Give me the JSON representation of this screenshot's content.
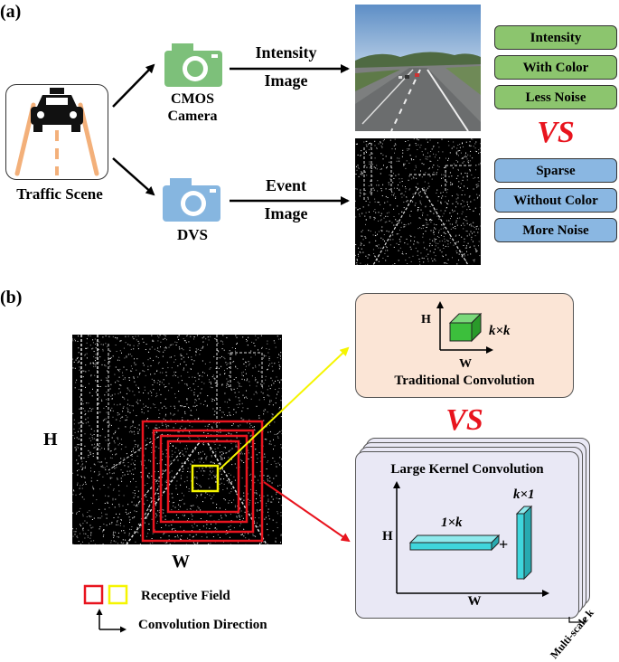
{
  "panel_a": {
    "label": "(a)",
    "scene_label": "Traffic Scene",
    "cmos_label_1": "CMOS",
    "cmos_label_2": "Camera",
    "dvs_label": "DVS",
    "intensity_arrow_1": "Intensity",
    "intensity_arrow_2": "Image",
    "event_arrow_1": "Event",
    "event_arrow_2": "Image",
    "intensity_props": [
      "Intensity",
      "With Color",
      "Less Noise"
    ],
    "event_props": [
      "Sparse",
      "Without Color",
      "More Noise"
    ],
    "vs": "VS"
  },
  "panel_b": {
    "label": "(b)",
    "axis_h": "H",
    "axis_w": "W",
    "legend_receptive": "Receptive Field",
    "legend_direction": "Convolution Direction",
    "vs": "VS",
    "traditional": {
      "title": "Traditional Convolution",
      "axis_h": "H",
      "axis_w": "W",
      "kernel": "k×k"
    },
    "large_kernel": {
      "title": "Large Kernel Convolution",
      "axis_h": "H",
      "axis_w": "W",
      "horizontal_kernel": "1×k",
      "vertical_kernel": "k×1",
      "plus": "+",
      "multiscale": "Multi-scale k"
    }
  },
  "colors": {
    "green_pill": "#8cc56e",
    "blue_pill": "#8ab7e2",
    "vs_red": "#e8141e",
    "receptive_red": "#e8141e",
    "receptive_yellow": "#f5f500",
    "trad_bg": "#fbe5d6",
    "lk_bg": "#e9e8f5",
    "kernel_green": "#3cbf3c",
    "kernel_cyan": "#3fd6dc"
  }
}
